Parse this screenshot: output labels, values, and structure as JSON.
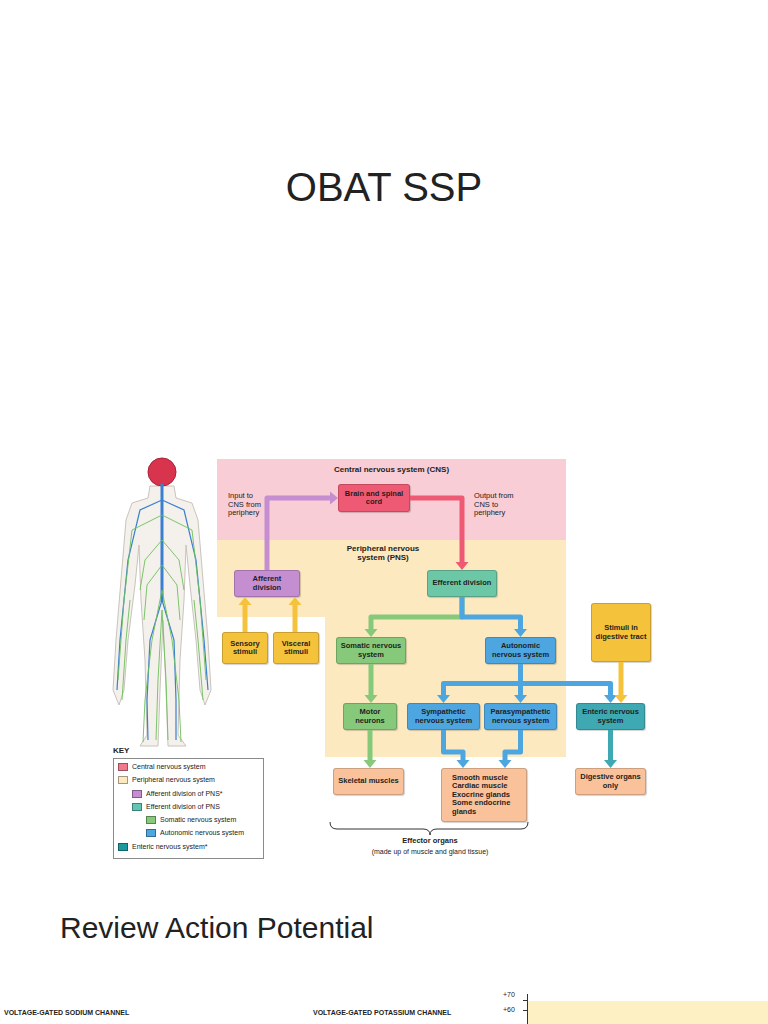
{
  "diagram": {
    "title": "OBAT SSP",
    "nodes": [
      {
        "text": [
          "Central nervous system (CNS)"
        ]
      },
      {
        "text": [
          "Brain and spinal cord"
        ],
        "in": 0
      },
      {
        "text": [
          "Peripheral nervous system (PNS)"
        ]
      },
      {
        "text": [
          "Afferent division"
        ],
        "in": 2
      },
      {
        "text": [
          "Efferent division"
        ],
        "in": 2
      },
      {
        "text": [
          "Sensory stimuli"
        ]
      },
      {
        "text": [
          "Visceral stimuli"
        ]
      },
      {
        "text": [
          "Somatic nervous system"
        ],
        "in": 2
      },
      {
        "text": [
          "Autonomic nervous system"
        ],
        "in": 2
      },
      {
        "text": [
          "Stimuli in digestive tract"
        ]
      },
      {
        "text": [
          "Motor neurons"
        ],
        "in": 2
      },
      {
        "text": [
          "Sympathetic nervous system"
        ],
        "in": 2
      },
      {
        "text": [
          "Parasympathetic nervous system"
        ],
        "in": 2
      },
      {
        "text": [
          "Enteric nervous system"
        ]
      },
      {
        "text": [
          "Skeletal muscles"
        ]
      },
      {
        "text": [
          "Smooth muscle Cardiac muscle Exocrine glands Some endocrine glands"
        ]
      },
      {
        "text": [
          "Digestive organs only"
        ]
      }
    ],
    "edges": [
      {
        "from": 3,
        "to": 1,
        "arrow": "to"
      },
      {
        "from": 1,
        "to": 4,
        "arrow": "to"
      },
      {
        "from": 5,
        "to": 3,
        "arrow": "to"
      },
      {
        "from": 6,
        "to": 3,
        "arrow": "to"
      },
      {
        "from": 4,
        "to": 7,
        "arrow": "to"
      },
      {
        "from": 4,
        "to": 8,
        "arrow": "to"
      },
      {
        "from": 7,
        "to": 10,
        "arrow": "to"
      },
      {
        "from": 8,
        "to": 11,
        "arrow": "to"
      },
      {
        "from": 8,
        "to": 12,
        "arrow": "to"
      },
      {
        "from": 8,
        "to": 13,
        "arrow": "to"
      },
      {
        "from": 9,
        "to": 13,
        "arrow": "to"
      },
      {
        "from": 10,
        "to": 14,
        "arrow": "to"
      },
      {
        "from": 11,
        "to": 15,
        "arrow": "to"
      },
      {
        "from": 12,
        "to": 15,
        "arrow": "to"
      },
      {
        "from": 13,
        "to": 16,
        "arrow": "to"
      }
    ],
    "labels": [
      "Input to CNS from periphery",
      "Output from CNS to periphery",
      "Effector organs",
      "(made up of muscle and gland tissue)",
      "KEY",
      "Review Action Potential",
      "VOLTAGE-GATED SODIUM CHANNEL",
      "VOLTAGE-GATED POTASSIUM CHANNEL",
      "+70",
      "+60"
    ],
    "legend": [
      {
        "text": "Central nervous system",
        "color": "#f07a8c"
      },
      {
        "text": "Peripheral nervous system",
        "color": "#fde9c0"
      },
      {
        "text": "Afferent division of PNS*",
        "color": "#c48ed1"
      },
      {
        "text": "Efferent division of PNS",
        "color": "#62c6b4"
      },
      {
        "text": "Somatic nervous system",
        "color": "#86c97a"
      },
      {
        "text": "Autonomic nervous system",
        "color": "#4da6e0"
      },
      {
        "text": "Enteric nervous system*",
        "color": "#1a9a9e"
      }
    ]
  }
}
